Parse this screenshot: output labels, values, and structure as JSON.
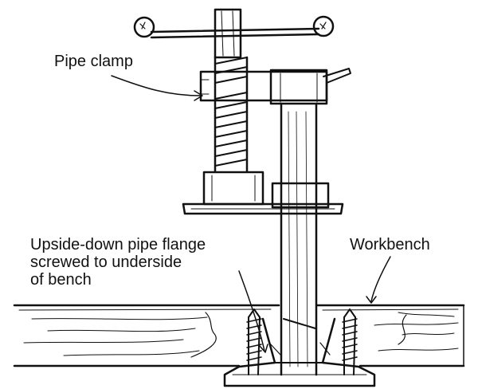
{
  "labels": {
    "pipe_clamp": "Pipe clamp",
    "flange": "Upside-down pipe flange\nscrewed to underside\nof bench",
    "workbench": "Workbench"
  },
  "colors": {
    "ink": "#111111",
    "paper": "#ffffff"
  }
}
